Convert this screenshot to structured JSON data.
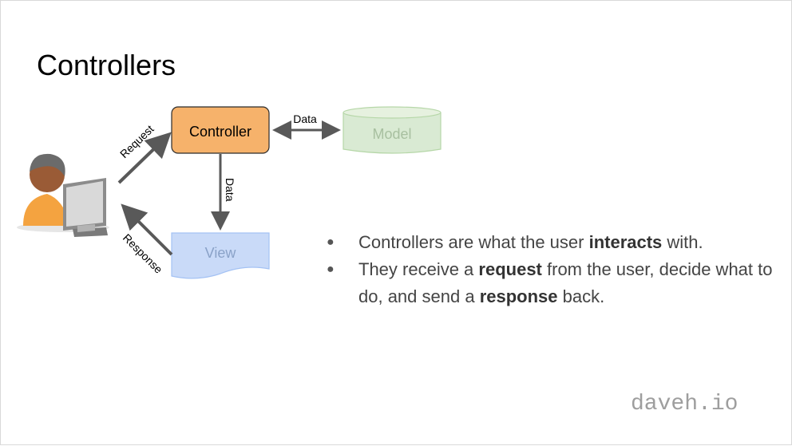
{
  "slide": {
    "title": "Controllers",
    "watermark": "daveh.io"
  },
  "diagram": {
    "nodes": {
      "controller": "Controller",
      "model": "Model",
      "view": "View"
    },
    "edges": {
      "request": "Request",
      "response": "Response",
      "controller_model": "Data",
      "controller_view": "Data"
    },
    "colors": {
      "controller_fill": "#f6b26b",
      "model_fill": "#d9ead3",
      "view_fill": "#c9daf8",
      "arrow": "#595959"
    }
  },
  "bullets": [
    {
      "pre": "Controllers are what the user ",
      "bold": "interacts",
      "post": " with."
    },
    {
      "pre": "They receive a ",
      "bold": "request",
      "mid": " from the user, decide what to do, and send a ",
      "bold2": "response",
      "post": " back."
    }
  ]
}
